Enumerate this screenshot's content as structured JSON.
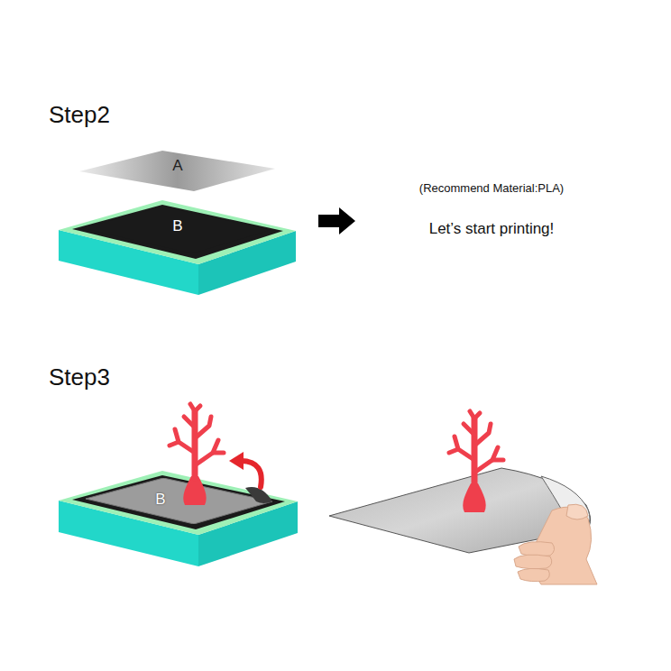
{
  "diagram": {
    "nodes": [
      {
        "text": [
          "A"
        ]
      },
      {
        "text": [
          "B"
        ]
      },
      {
        "text": [
          "B"
        ]
      }
    ],
    "labels": [
      "Step2",
      "(Recommend Material:PLA)",
      "Let’s start printing!",
      "Step3"
    ]
  }
}
